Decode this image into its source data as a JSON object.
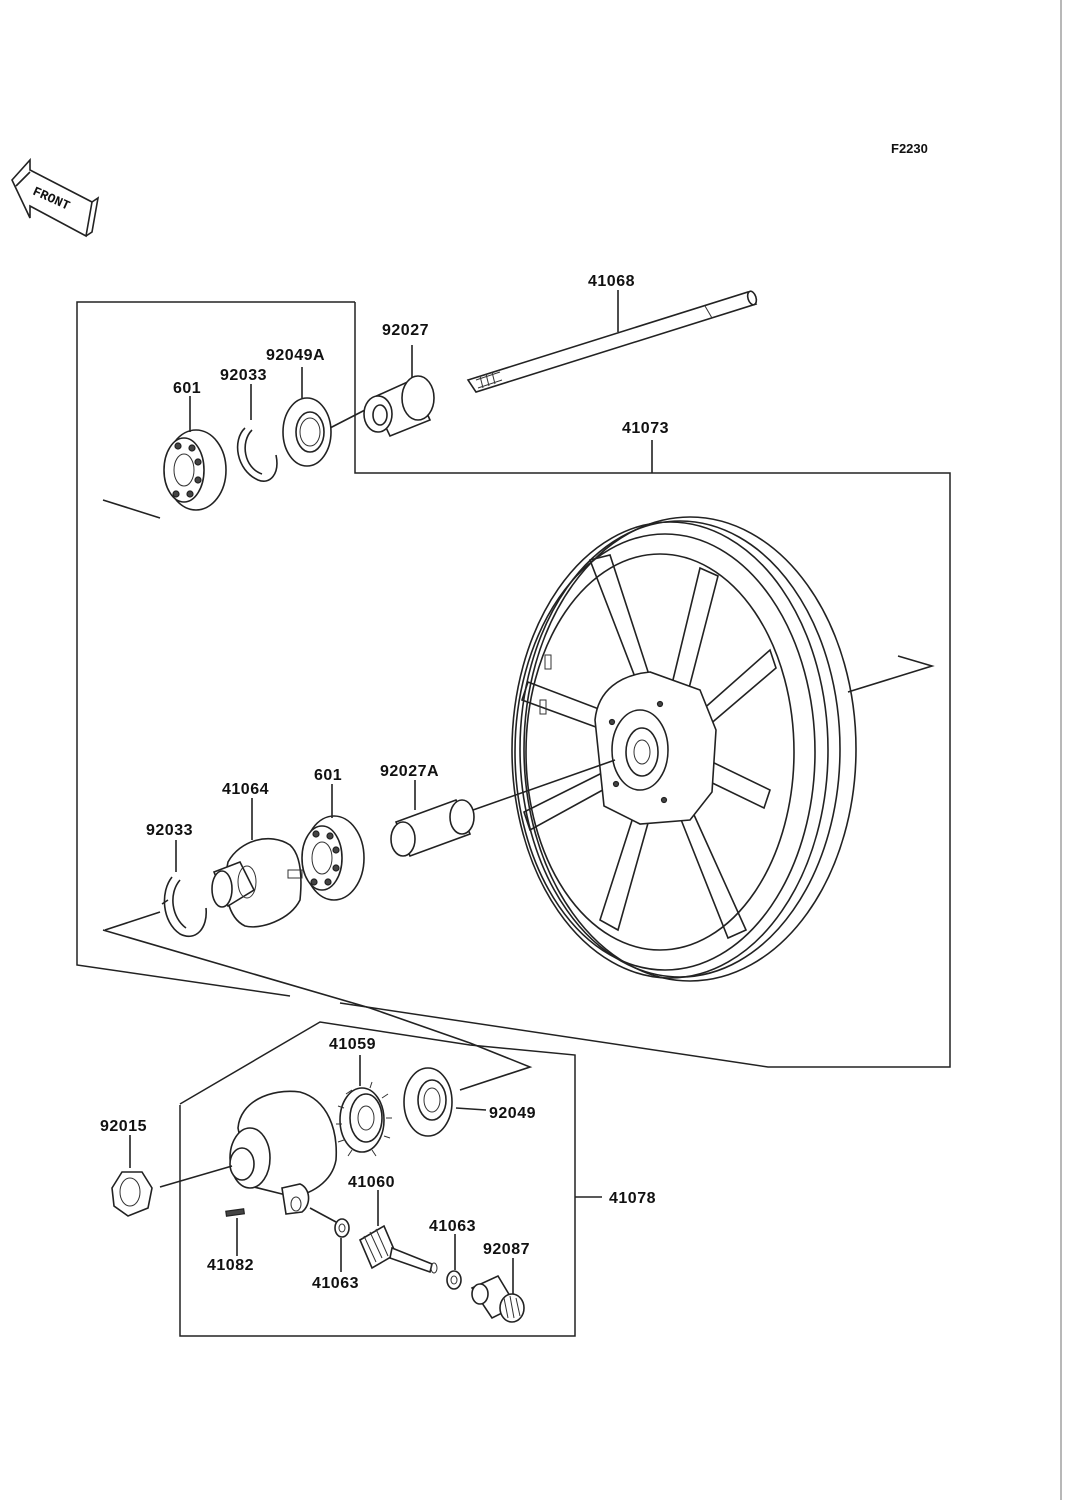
{
  "figure_code": "F2230",
  "front_marker": "FRONT",
  "parts": {
    "axle": "41068",
    "collar_right": "92027",
    "oil_seal_right": "92049A",
    "circlip_right": "92033",
    "bearing_right": "601",
    "wheel_assembly": "41073",
    "collar_center": "92027A",
    "bearing_left": "601",
    "coupling": "41064",
    "circlip_left": "92033",
    "gear_41059": "41059",
    "seal_92049": "92049",
    "nut_92015": "92015",
    "gearbox_assembly": "41078",
    "pinion_41060": "41060",
    "washer_a": "41063",
    "washer_b": "41063",
    "bushing_92087": "92087",
    "pin_41082": "41082"
  }
}
